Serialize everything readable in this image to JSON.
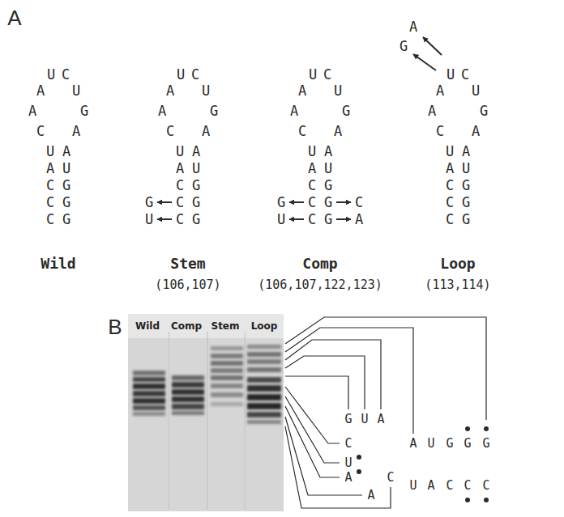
{
  "diagram": {
    "labels": [
      "A",
      "U",
      "C",
      "A",
      "U",
      "A",
      "G",
      "C",
      "A",
      "U",
      "A",
      "A",
      "U",
      "C",
      "G",
      "C",
      "G",
      "C",
      "G",
      "U",
      "C",
      "A",
      "U",
      "A",
      "G",
      "C",
      "A",
      "U",
      "A",
      "A",
      "U",
      "C",
      "G",
      "C",
      "G",
      "C",
      "G",
      "G",
      "U",
      "U",
      "C",
      "A",
      "U",
      "A",
      "G",
      "C",
      "A",
      "U",
      "A",
      "A",
      "U",
      "C",
      "G",
      "C",
      "G",
      "C",
      "G",
      "G",
      "U",
      "C",
      "A",
      "A",
      "G",
      "U",
      "C",
      "A",
      "U",
      "A",
      "G",
      "C",
      "A",
      "U",
      "A",
      "A",
      "U",
      "C",
      "G",
      "C",
      "G",
      "C",
      "G",
      "Wild",
      "Stem",
      "Comp",
      "Loop",
      "(106,107)",
      "(106,107,122,123)",
      "(113,114)",
      "B",
      "Wild",
      "Comp",
      "Stem",
      "Loop",
      "G",
      "U",
      "A",
      "C",
      "U",
      "A",
      "A",
      "C",
      "A",
      "U",
      "G",
      "G",
      "G",
      "U",
      "A",
      "C",
      "C",
      "C"
    ]
  }
}
